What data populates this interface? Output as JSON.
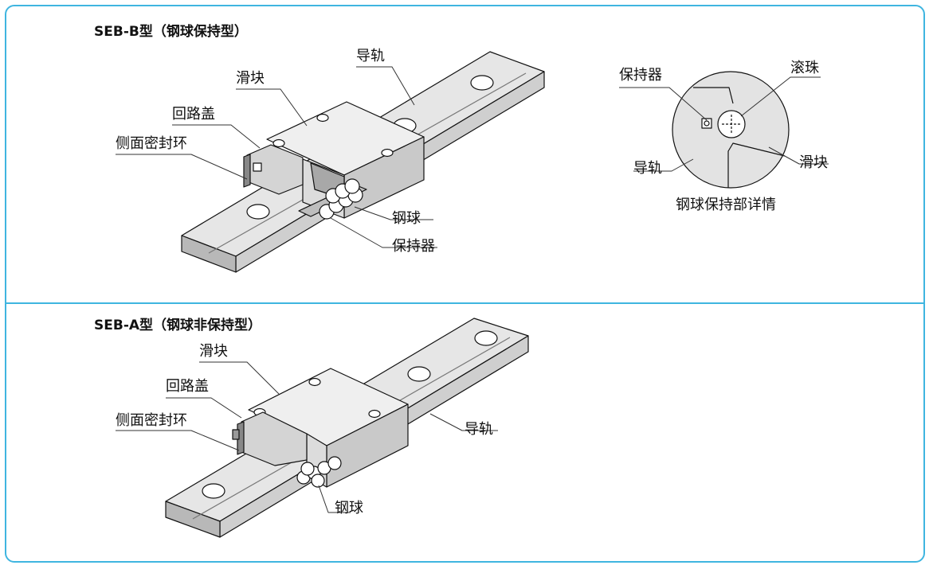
{
  "colors": {
    "frame": "#3fb5e0",
    "shade_light": "#e6e6e6",
    "shade_mid": "#cfcfcf",
    "shade_dark": "#9a9a9a",
    "line": "#111111"
  },
  "section_b": {
    "title": "SEB-B型（钢球保持型）",
    "labels": {
      "rail": "导轨",
      "block": "滑块",
      "return_cap": "回路盖",
      "side_seal": "侧面密封环",
      "steel_ball": "钢球",
      "retainer": "保持器"
    },
    "detail": {
      "retainer": "保持器",
      "roller": "滚珠",
      "rail": "导轨",
      "block": "滑块",
      "caption": "钢球保持部详情"
    }
  },
  "section_a": {
    "title": "SEB-A型（钢球非保持型）",
    "labels": {
      "block": "滑块",
      "return_cap": "回路盖",
      "side_seal": "侧面密封环",
      "rail": "导轨",
      "steel_ball": "钢球"
    }
  }
}
